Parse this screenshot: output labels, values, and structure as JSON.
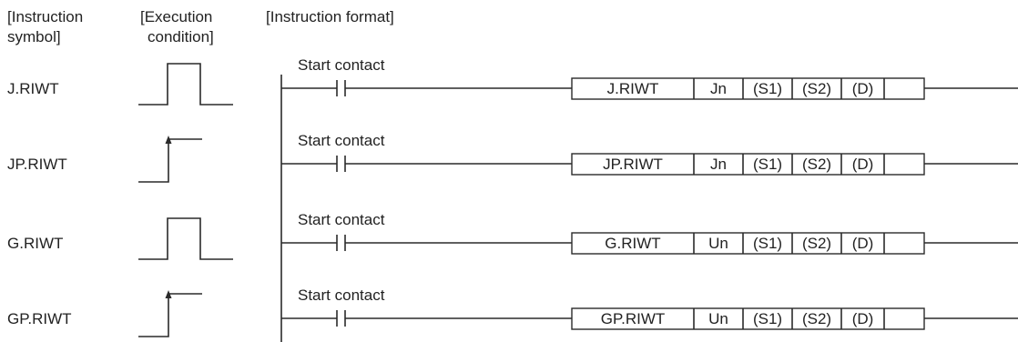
{
  "headers": {
    "symbol_line1": "[Instruction",
    "symbol_line2": "symbol]",
    "condition_line1": "[Execution",
    "condition_line2": "condition]",
    "format": "[Instruction format]"
  },
  "rows": [
    {
      "symbol": "J.RIWT",
      "condition": "on",
      "contact_label": "Start contact",
      "operands": [
        "J.RIWT",
        "Jn",
        "(S1)",
        "(S2)",
        "(D)"
      ]
    },
    {
      "symbol": "JP.RIWT",
      "condition": "rising-edge",
      "contact_label": "Start contact",
      "operands": [
        "JP.RIWT",
        "Jn",
        "(S1)",
        "(S2)",
        "(D)"
      ]
    },
    {
      "symbol": "G.RIWT",
      "condition": "on",
      "contact_label": "Start contact",
      "operands": [
        "G.RIWT",
        "Un",
        "(S1)",
        "(S2)",
        "(D)"
      ]
    },
    {
      "symbol": "GP.RIWT",
      "condition": "rising-edge",
      "contact_label": "Start contact",
      "operands": [
        "GP.RIWT",
        "Un",
        "(S1)",
        "(S2)",
        "(D)"
      ]
    }
  ]
}
